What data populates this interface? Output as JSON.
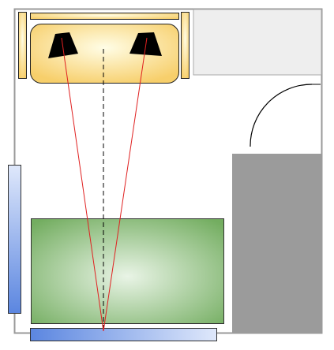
{
  "diagram": {
    "type": "room-floor-plan",
    "elements": [
      "room-walls",
      "closet-area",
      "door-swing-arc",
      "storage-block",
      "window-left",
      "window-bottom",
      "sofa",
      "speaker-left",
      "speaker-right",
      "rug",
      "listening-axis",
      "sightline-left",
      "sightline-right"
    ]
  },
  "colors": {
    "wall": "#999999",
    "closet": "#eeeeee",
    "storage": "#9b9b9b",
    "sofa_highlight": "#fffde6",
    "sofa_base": "#f7cf6b",
    "sofa_stroke": "#222222",
    "speaker": "#000000",
    "rug_highlight": "#e9f4e6",
    "rug_base": "#73ad60",
    "window_dark": "#5b86e0",
    "window_light": "#dfe8fb",
    "sightline": "#e02020",
    "axis": "#000000",
    "door_arc": "#000000"
  }
}
